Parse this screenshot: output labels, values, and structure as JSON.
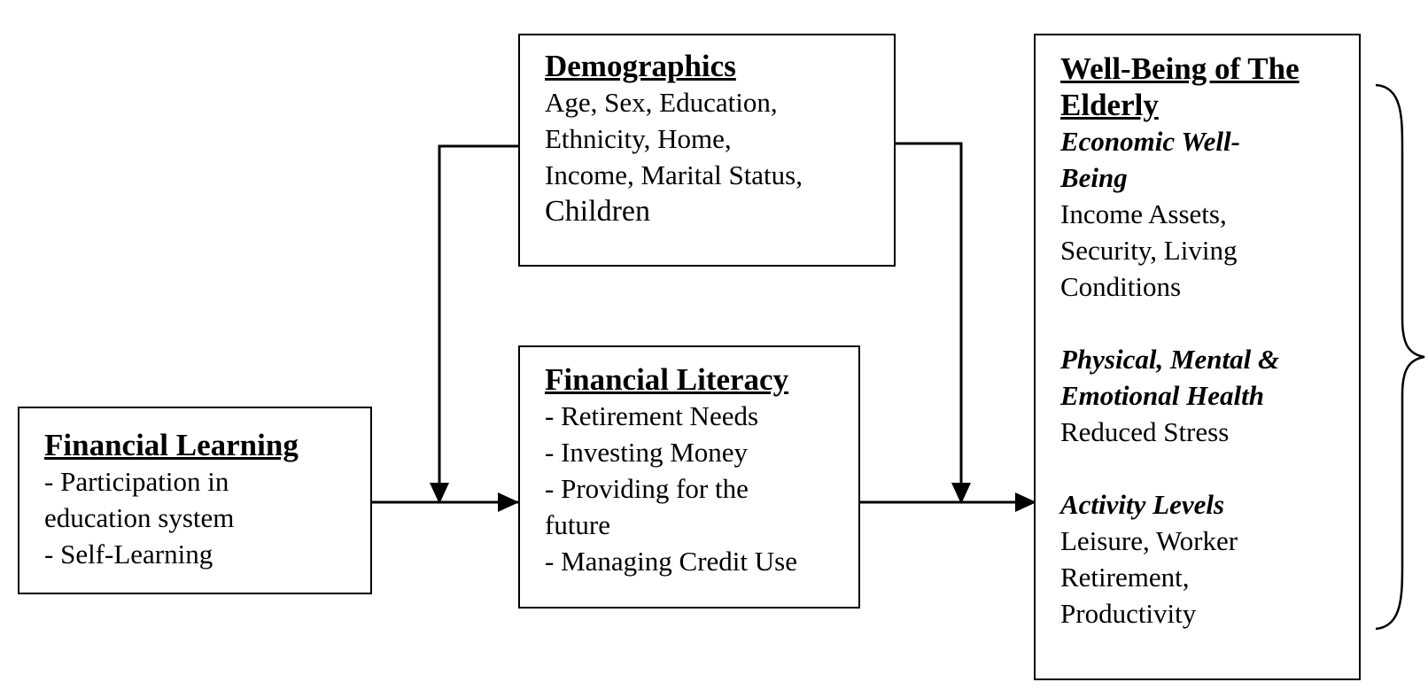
{
  "demographics": {
    "title": "Demographics",
    "lines": [
      "Age, Sex, Education,",
      "Ethnicity, Home,",
      "Income, Marital Status,",
      "Children"
    ]
  },
  "financial_learning": {
    "title": "Financial Learning",
    "lines": [
      "- Participation in",
      "education system",
      "- Self-Learning"
    ]
  },
  "financial_literacy": {
    "title": "Financial Literacy",
    "lines": [
      "- Retirement Needs",
      "- Investing Money",
      "- Providing for the",
      "future",
      "- Managing Credit Use"
    ]
  },
  "well_being": {
    "title_lines": [
      "Well-Being of The",
      "Elderly"
    ],
    "economic": {
      "heading_lines": [
        "Economic Well-",
        "Being"
      ],
      "lines": [
        "Income Assets,",
        "Security, Living",
        "Conditions"
      ]
    },
    "health": {
      "heading_lines": [
        "Physical, Mental &",
        "Emotional Health"
      ],
      "lines": [
        "Reduced Stress"
      ]
    },
    "activity": {
      "heading_lines": [
        "Activity Levels"
      ],
      "lines": [
        "Leisure, Worker",
        "Retirement,",
        "Productivity"
      ]
    }
  },
  "colors": {
    "stroke": "#000000",
    "background": "#ffffff"
  }
}
